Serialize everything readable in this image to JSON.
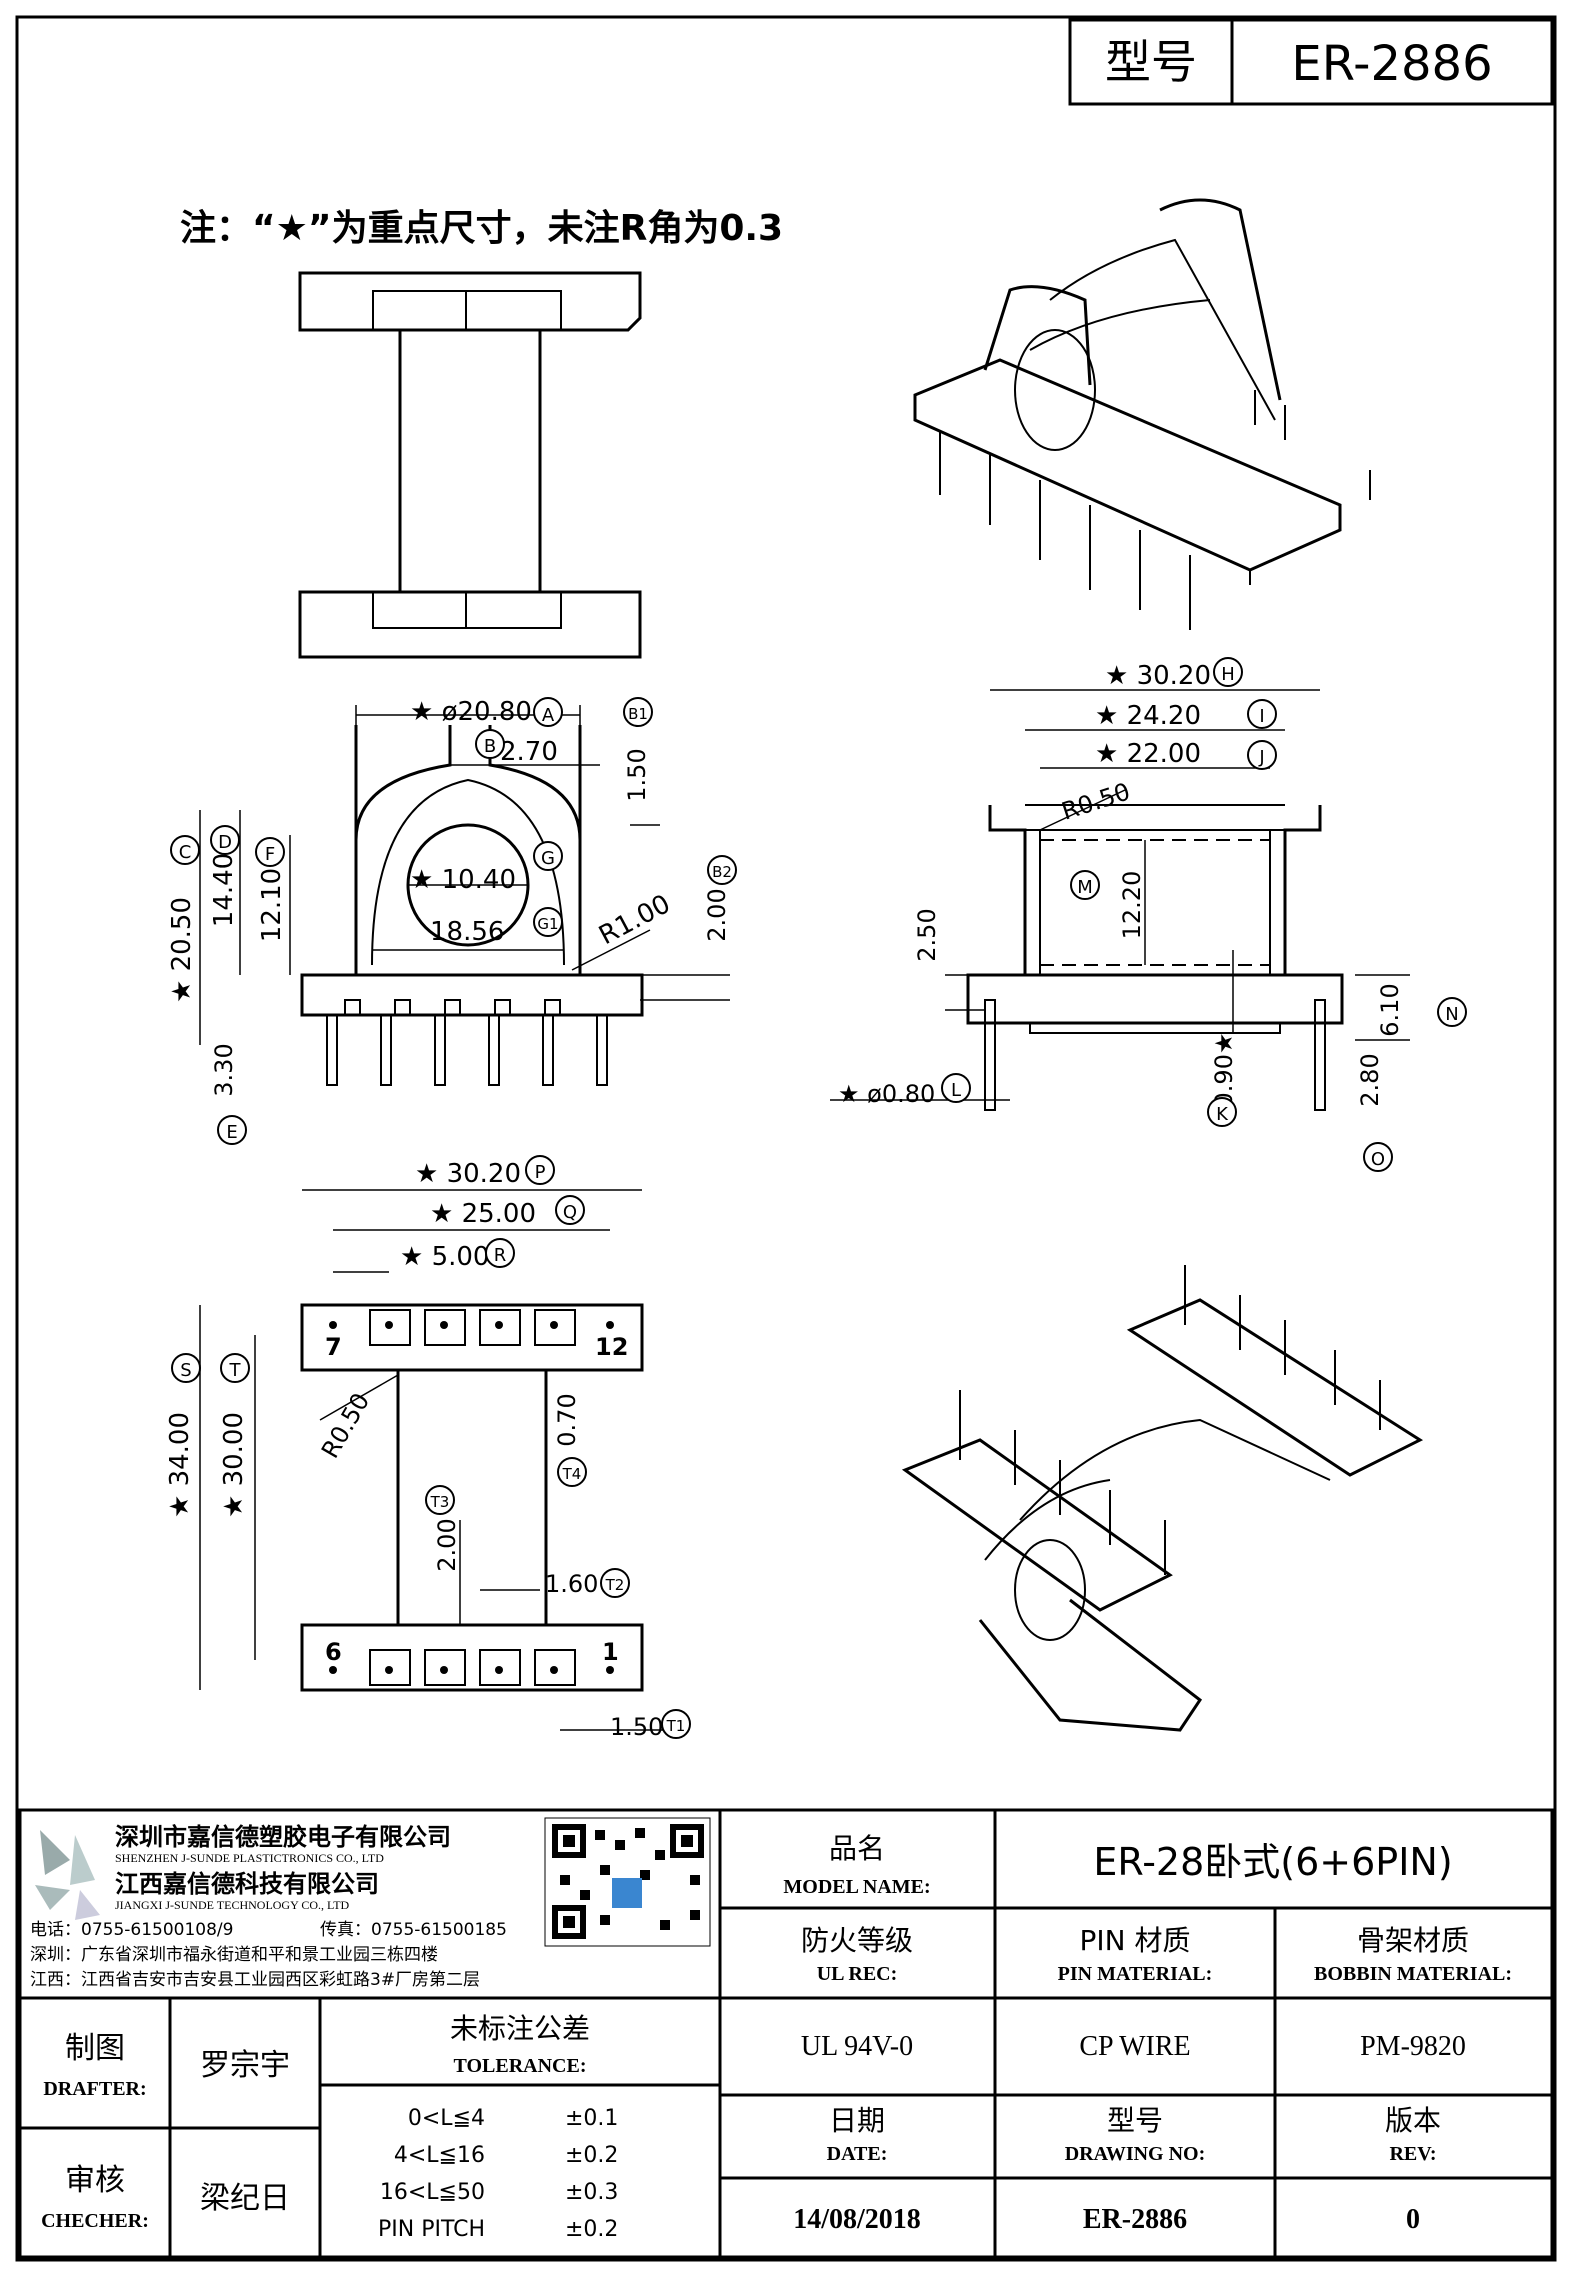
{
  "header": {
    "model_label": "型号",
    "model_value": "ER-2886"
  },
  "note": "注：“★”为重点尺寸，未注R角为0.3",
  "dims": {
    "phi2080": "★ ø20.80",
    "lblA": "A",
    "b1": "1.50",
    "lblB1": "B1",
    "d270": "2.70",
    "lblB": "B",
    "phi1040": "★ 10.40",
    "d1856": "18.56",
    "lblG": "G",
    "lblG1": "G1",
    "r100": "R1.00",
    "d200a": "2.00",
    "lblB2": "B2",
    "d2050": "★ 20.50",
    "lblC": "C",
    "d1440": "14.40",
    "lblD": "D",
    "d1210": "12.10",
    "lblF": "F",
    "d330": "3.30",
    "lblE": "E",
    "w3020a": "★ 30.20",
    "lblH": "H",
    "w2420": "★ 24.20",
    "lblI": "I",
    "w2200": "★ 22.00",
    "lblJ": "J",
    "r050a": "R0.50",
    "lblM": "M",
    "d1220": "12.20",
    "d250": "2.50",
    "d610": "6.10",
    "lblN": "N",
    "phi080": "★ ø0.80",
    "lblL": "L",
    "d090": "0.90★",
    "lblK": "K",
    "d280": "2.80",
    "lblO": "O",
    "w3020b": "★ 30.20",
    "lblP": "P",
    "w2500": "★ 25.00",
    "lblQ": "Q",
    "w500": "★ 5.00",
    "lblR": "R",
    "pin7": "7",
    "pin12": "12",
    "pin6": "6",
    "pin1": "1",
    "r050b": "R0.50",
    "d070": "0.70",
    "lblT4": "T4",
    "d3400": "★ 34.00",
    "lblS": "S",
    "d3000": "★ 30.00",
    "lblT": "T",
    "d200b": "2.00",
    "lblT3": "T3",
    "d160": "1.60",
    "lblT2": "T2",
    "d150": "1.50",
    "lblT1": "T1"
  },
  "title_block": {
    "company_cn1": "深圳市嘉信德塑胶电子有限公司",
    "company_en1": "SHENZHEN J-SUNDE PLASTICTRONICS CO., LTD",
    "company_cn2": "江西嘉信德科技有限公司",
    "company_en2": "JIANGXI J-SUNDE TECHNOLOGY CO., LTD",
    "tel": "电话：0755-61500108/9",
    "fax": "传真：0755-61500185",
    "addr_sz": "深圳：广东省深圳市福永街道和平和景工业园三栋四楼",
    "addr_jx": "江西：江西省吉安市吉安县工业园西区彩虹路3#厂房第二层",
    "model_name_cn": "品名",
    "model_name_en": "MODEL NAME:",
    "model_name_value": "ER-28卧式(6+6PIN)",
    "ul_cn": "防火等级",
    "ul_en": "UL REC:",
    "pin_cn": "PIN 材质",
    "pin_en": "PIN MATERIAL:",
    "bob_cn": "骨架材质",
    "bob_en": "BOBBIN MATERIAL:",
    "drafter_cn": "制图",
    "drafter_en": "DRAFTER:",
    "drafter_name": "罗宗宇",
    "checker_cn": "审核",
    "checker_en": "CHECHER:",
    "checker_name": "梁纪日",
    "tol_cn": "未标注公差",
    "tol_en": "TOLERANCE:",
    "tol_rows": [
      {
        "range": "0<L≦4",
        "value": "±0.1"
      },
      {
        "range": "4<L≦16",
        "value": "±0.2"
      },
      {
        "range": "16<L≦50",
        "value": "±0.3"
      },
      {
        "range": "PIN PITCH",
        "value": "±0.2"
      }
    ],
    "ul_value": "UL 94V-0",
    "pin_value": "CP WIRE",
    "bob_value": "PM-9820",
    "date_cn": "日期",
    "date_en": "DATE:",
    "dwg_cn": "型号",
    "dwg_en": "DRAWING NO:",
    "rev_cn": "版本",
    "rev_en": "REV:",
    "date_value": "14/08/2018",
    "dwg_value": "ER-2886",
    "rev_value": "0"
  }
}
